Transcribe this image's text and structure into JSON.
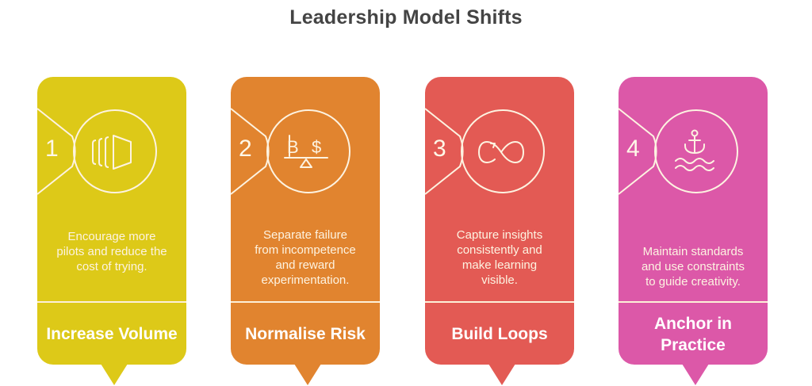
{
  "title": "Leadership Model Shifts",
  "cards": [
    {
      "number": "1",
      "icon": "volume-layers-icon",
      "description_lines": [
        "Encourage more",
        "pilots and reduce the",
        "cost of trying."
      ],
      "label": "Increase Volume",
      "color": "#DDC918"
    },
    {
      "number": "2",
      "icon": "balance-scale-currency-icon",
      "description_lines": [
        "Separate failure",
        "from incompetence",
        "and reward",
        "experimentation."
      ],
      "label": "Normalise Risk",
      "color": "#E1842F"
    },
    {
      "number": "3",
      "icon": "infinity-loop-icon",
      "description_lines": [
        "Capture insights",
        "consistently and",
        "make learning",
        "visible."
      ],
      "label": "Build Loops",
      "color": "#E35A54"
    },
    {
      "number": "4",
      "icon": "anchor-icon",
      "description_lines": [
        "Maintain standards",
        "and use constraints",
        "to guide creativity."
      ],
      "label": "Anchor in Practice",
      "color": "#DC58A8"
    }
  ]
}
